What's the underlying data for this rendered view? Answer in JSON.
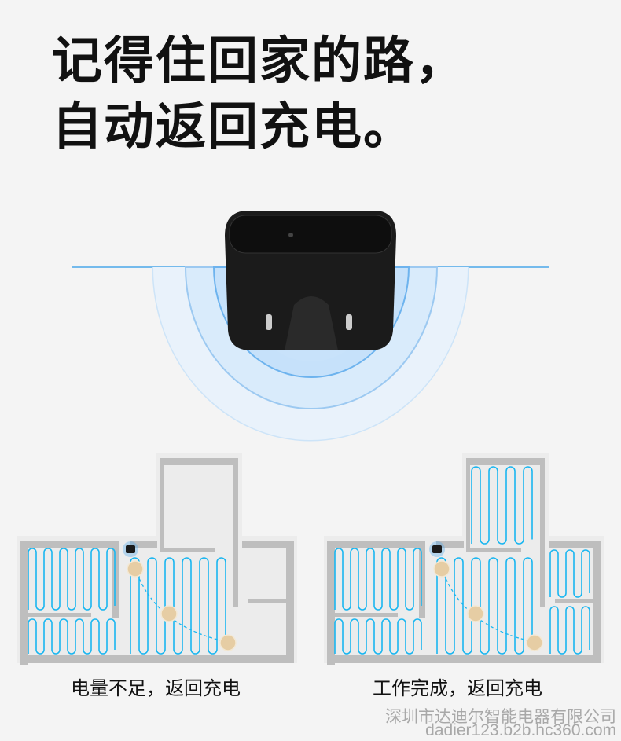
{
  "headline": {
    "line1": "记得住回家的路，",
    "line2": "自动返回充电。"
  },
  "captions": [
    "电量不足，返回充电",
    "工作完成，返回充电"
  ],
  "watermark": {
    "company": "深圳市达迪尔智能电器有限公司",
    "url": "dadier123.b2b.hc360.com"
  },
  "colors": {
    "path": "#1ab6f0",
    "wall": "#bebebe",
    "dock": "#1a1a1a",
    "signal": "#4aa6ea",
    "robot": "#e6cda4"
  }
}
